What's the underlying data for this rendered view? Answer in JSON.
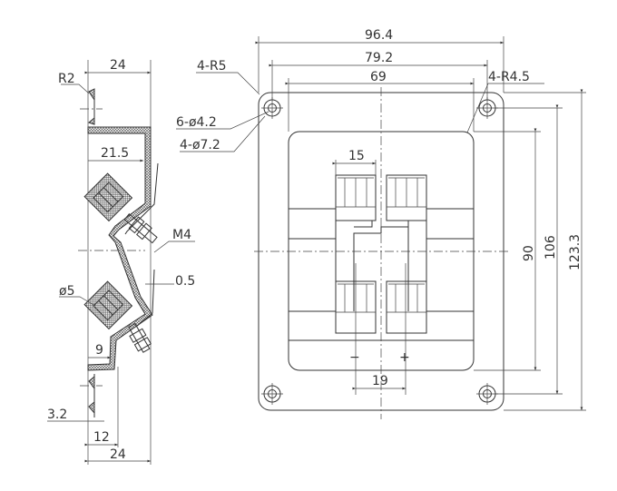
{
  "side_view": {
    "labels": {
      "r2": "R2",
      "width_top": "24",
      "inner_width": "21.5",
      "thread": "M4",
      "thickness": "0.5",
      "diameter": "ø5",
      "offset": "9",
      "hole_offset": "3.2",
      "flange_depth": "12",
      "width_bottom": "24"
    }
  },
  "front_view": {
    "labels": {
      "corner_radius": "4-R5",
      "small_holes": "6-ø4.2",
      "large_holes": "4-ø7.2",
      "inner_radius": "4-R4.5",
      "overall_width": "96.4",
      "hole_spacing_x": "79.2",
      "inner_width": "69",
      "terminal_width": "15",
      "terminal_spacing": "19",
      "inner_height": "90",
      "hole_spacing_y": "106",
      "overall_height": "123.3",
      "minus": "−",
      "plus": "+"
    }
  }
}
